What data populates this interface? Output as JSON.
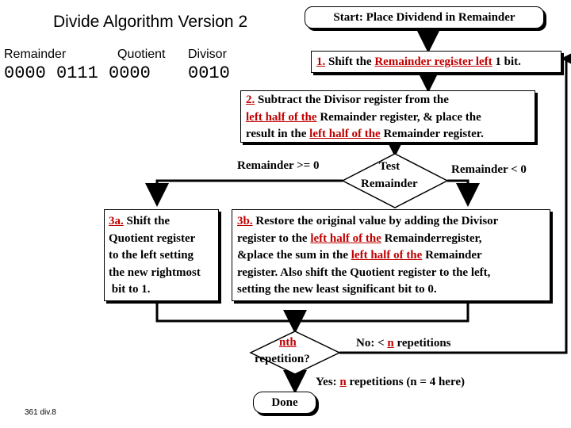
{
  "header": {
    "title": "Divide Algorithm Version 2",
    "col_remainder": "Remainder",
    "col_quotient": "Quotient",
    "col_divisor": "Divisor",
    "remainder_value": "0000 0111 0000",
    "divisor_value": "0010"
  },
  "flowchart": {
    "start": "Start: Place Dividend in Remainder",
    "step1": {
      "num": "1.",
      "a": " Shift the ",
      "red1": "Remainder register left",
      "b": " 1 bit."
    },
    "step2": {
      "num": "2.",
      "line1": " Subtract the Divisor register from the",
      "red1": "left half of the",
      "line2": " Remainder register, & place the",
      "line3a": "result in the ",
      "red2": "left half of the",
      "line3b": " Remainder register."
    },
    "test": {
      "line1": "Test",
      "line2": "Remainder"
    },
    "ge_label": "Remainder >= 0",
    "lt_label": "Remainder < 0",
    "step3a": {
      "num": "3a.",
      "line1": " Shift the",
      "line2": "Quotient register",
      "line3": "to the left setting",
      "line4": "the new rightmost",
      "line5": " bit to 1."
    },
    "step3b": {
      "num": "3b.",
      "line1": " Restore the original value by adding the Divisor",
      "line2a": "register to the ",
      "red1": "left half of the",
      "line2b": " Remainderregister,",
      "line3a": "&place the sum in the ",
      "red2": "left half of the",
      "line3b": " Remainder",
      "line4": "register. Also shift the Quotient register to the left,",
      "line5": "setting the new least significant bit to 0."
    },
    "rep": {
      "red": "nth",
      "line2": "repetition?"
    },
    "no_label": {
      "a": "No: < ",
      "n": "n",
      "b": " repetitions"
    },
    "yes_label": {
      "a": "Yes: ",
      "n": "n",
      "b": " repetitions (n = 4 here)"
    },
    "done": "Done"
  },
  "footer": "361 div.8"
}
